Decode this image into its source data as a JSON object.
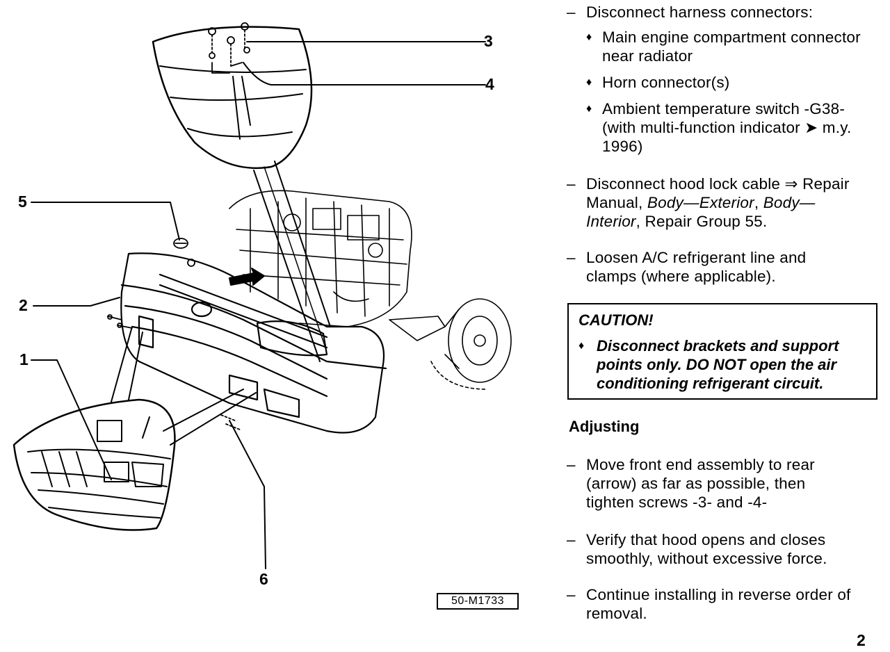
{
  "figure": {
    "callouts": [
      "3",
      "4",
      "5",
      "2",
      "1",
      "6"
    ],
    "figure_id": "50-M1733"
  },
  "steps_top": [
    {
      "bullet": "–",
      "text": "Disconnect harness connectors:",
      "subitems": [
        {
          "bullet": "♦",
          "text": "Main engine compartment connector near radiator"
        },
        {
          "bullet": "♦",
          "text": "Horn connector(s)"
        },
        {
          "bullet": "♦",
          "text": "Ambient temperature switch -G38- (with multi-function indicator ➤ m.y. 1996)"
        }
      ]
    },
    {
      "bullet": "–",
      "text_a": "Disconnect hood lock cable ⇒ Repair Manual, ",
      "text_b": "Body—Exterior",
      "text_c": ", ",
      "text_d": "Body—Interior",
      "text_e": ", Repair Group 55."
    },
    {
      "bullet": "–",
      "text": "Loosen A/C refrigerant line and clamps (where applicable)."
    }
  ],
  "caution": {
    "title": "CAUTION!",
    "bullet": "♦",
    "text": "Disconnect brackets and support points only. DO NOT open the air conditioning refrigerant circuit."
  },
  "adjusting": {
    "heading": "Adjusting",
    "steps": [
      {
        "bullet": "–",
        "text": "Move front end assembly to rear (arrow) as far as possible, then tighten screws -3- and -4-"
      },
      {
        "bullet": "–",
        "text": "Verify that hood opens and closes smoothly, without excessive force."
      },
      {
        "bullet": "–",
        "text": "Continue installing in reverse order of removal."
      }
    ]
  },
  "page_number": "2"
}
